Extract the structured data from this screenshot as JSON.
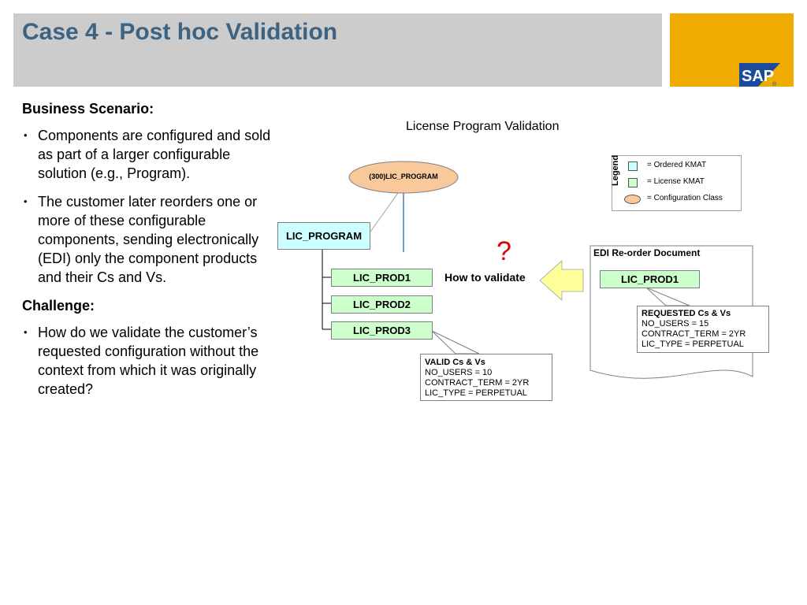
{
  "slide": {
    "title": "Case 4 - Post hoc Validation"
  },
  "brand": {
    "logo_text": "SAP",
    "logo_mark": "®",
    "colors": {
      "title": "#3d6383",
      "gold": "#f0ab00",
      "header_gray": "#cccccc",
      "logo_blue": "#1a4b9c"
    }
  },
  "left": {
    "heading1": "Business Scenario:",
    "bullets1": [
      "Components are configured and sold as part of a larger configurable solution (e.g., Program).",
      "The customer later reorders one or more of these configurable components, sending electronically (EDI) only the component products and their Cs and Vs."
    ],
    "heading2": "Challenge:",
    "bullets2": [
      "How do we validate the customer’s requested configuration without the context from which it was originally created?"
    ]
  },
  "diagram": {
    "title": "License Program Validation",
    "config_class": "(300)LIC_PROGRAM",
    "program": "LIC_PROGRAM",
    "products": [
      "LIC_PROD1",
      "LIC_PROD2",
      "LIC_PROD3"
    ],
    "question_mark": "?",
    "how_to_validate": "How to validate",
    "valid": {
      "title": "VALID Cs & Vs",
      "lines": [
        "NO_USERS = 10",
        "CONTRACT_TERM = 2YR",
        "LIC_TYPE = PERPETUAL"
      ]
    },
    "edi": {
      "title": "EDI Re-order Document",
      "product": "LIC_PROD1",
      "requested_title": "REQUESTED  Cs & Vs",
      "requested_lines": [
        "NO_USERS = 15",
        "CONTRACT_TERM = 2YR",
        "LIC_TYPE = PERPETUAL"
      ]
    },
    "legend": {
      "title": "Legend",
      "items": [
        "= Ordered KMAT",
        "= License  KMAT",
        "= Configuration Class"
      ],
      "colors": {
        "ordered": "#ccffff",
        "license": "#ccffcc",
        "config": "#f9c99b"
      }
    }
  }
}
